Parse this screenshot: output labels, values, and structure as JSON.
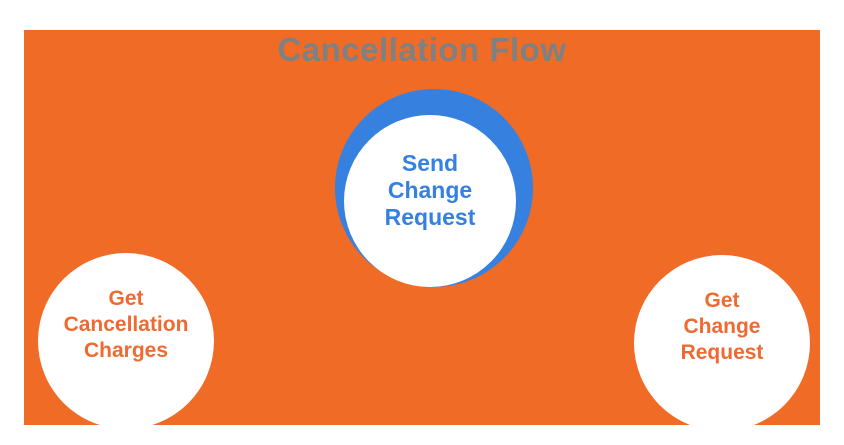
{
  "title": "Cancellation Flow",
  "colors": {
    "background_orange": "#F06B26",
    "accent_blue": "#3680E0",
    "node_text_orange": "#EF6A33",
    "title_gray": "#7E8083",
    "node_fill_white": "#FFFFFF"
  },
  "nodes": [
    {
      "id": "send-change-request",
      "label": "Send\nChange\nRequest"
    },
    {
      "id": "get-cancellation-charges",
      "label": "Get\nCancellation\nCharges"
    },
    {
      "id": "get-change-request",
      "label": "Get\nChange\nRequest"
    }
  ]
}
